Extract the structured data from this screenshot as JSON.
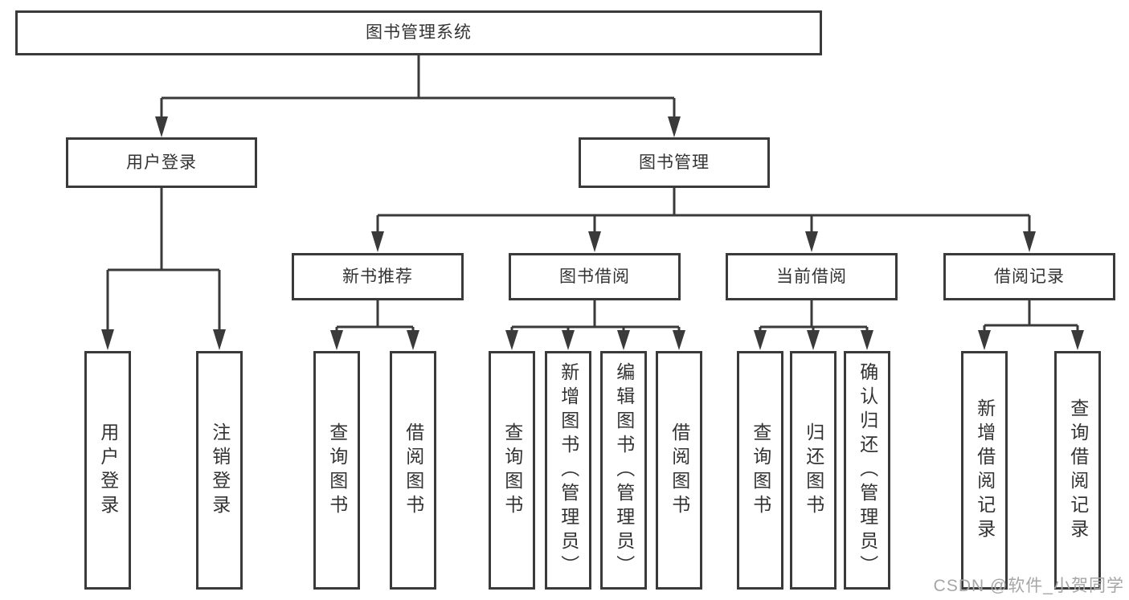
{
  "colors": {
    "line": "#3a3a3a",
    "text": "#333333",
    "watermark": "#a6a6a6",
    "background": "#ffffff"
  },
  "tree": {
    "root": {
      "label": "图书管理系统"
    },
    "branches": [
      {
        "label": "用户登录",
        "leaves": [
          "用户登录",
          "注销登录"
        ]
      },
      {
        "label": "图书管理",
        "sections": [
          {
            "label": "新书推荐",
            "leaves": [
              "查询图书",
              "借阅图书"
            ]
          },
          {
            "label": "图书借阅",
            "leaves": [
              "查询图书",
              "新增图书（管理员）",
              "编辑图书（管理员）",
              "借阅图书"
            ]
          },
          {
            "label": "当前借阅",
            "leaves": [
              "查询图书",
              "归还图书",
              "确认归还（管理员）"
            ]
          },
          {
            "label": "借阅记录",
            "leaves": [
              "新增借阅记录",
              "查询借阅记录"
            ]
          }
        ]
      }
    ]
  },
  "watermark": {
    "text": "CSDN @软件_小贺同学"
  }
}
